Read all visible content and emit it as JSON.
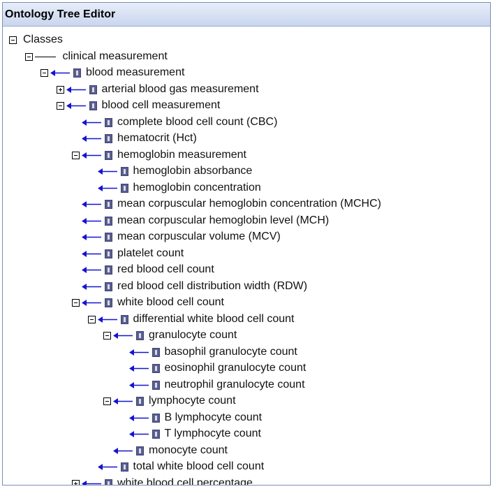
{
  "window": {
    "title": "Ontology Tree Editor"
  },
  "colors": {
    "arrow": "#1414d2",
    "badge": "#5a5f8f"
  },
  "tree": [
    {
      "label": "Classes",
      "level": 0,
      "toggle": "minus",
      "connector": "none"
    },
    {
      "label": "clinical measurement",
      "level": 1,
      "toggle": "minus",
      "connector": "line"
    },
    {
      "label": "blood measurement",
      "level": 2,
      "toggle": "minus",
      "connector": "arrow"
    },
    {
      "label": "arterial blood gas measurement",
      "level": 3,
      "toggle": "plus",
      "connector": "arrow"
    },
    {
      "label": "blood cell measurement",
      "level": 3,
      "toggle": "minus",
      "connector": "arrow"
    },
    {
      "label": "complete blood cell count (CBC)",
      "level": 4,
      "toggle": "none",
      "connector": "arrow"
    },
    {
      "label": "hematocrit (Hct)",
      "level": 4,
      "toggle": "none",
      "connector": "arrow"
    },
    {
      "label": "hemoglobin measurement",
      "level": 4,
      "toggle": "minus",
      "connector": "arrow"
    },
    {
      "label": "hemoglobin absorbance",
      "level": 5,
      "toggle": "none",
      "connector": "arrow"
    },
    {
      "label": "hemoglobin concentration",
      "level": 5,
      "toggle": "none",
      "connector": "arrow"
    },
    {
      "label": "mean corpuscular hemoglobin concentration (MCHC)",
      "level": 4,
      "toggle": "none",
      "connector": "arrow"
    },
    {
      "label": "mean corpuscular hemoglobin level (MCH)",
      "level": 4,
      "toggle": "none",
      "connector": "arrow"
    },
    {
      "label": "mean corpuscular volume (MCV)",
      "level": 4,
      "toggle": "none",
      "connector": "arrow"
    },
    {
      "label": "platelet count",
      "level": 4,
      "toggle": "none",
      "connector": "arrow"
    },
    {
      "label": "red blood cell count",
      "level": 4,
      "toggle": "none",
      "connector": "arrow"
    },
    {
      "label": "red blood cell distribution width (RDW)",
      "level": 4,
      "toggle": "none",
      "connector": "arrow"
    },
    {
      "label": "white blood cell count",
      "level": 4,
      "toggle": "minus",
      "connector": "arrow"
    },
    {
      "label": "differential white blood cell count",
      "level": 5,
      "toggle": "minus",
      "connector": "arrow"
    },
    {
      "label": "granulocyte count",
      "level": 6,
      "toggle": "minus",
      "connector": "arrow"
    },
    {
      "label": "basophil granulocyte count",
      "level": 7,
      "toggle": "none",
      "connector": "arrow"
    },
    {
      "label": "eosinophil granulocyte count",
      "level": 7,
      "toggle": "none",
      "connector": "arrow"
    },
    {
      "label": "neutrophil granulocyte count",
      "level": 7,
      "toggle": "none",
      "connector": "arrow"
    },
    {
      "label": "lymphocyte count",
      "level": 6,
      "toggle": "minus",
      "connector": "arrow"
    },
    {
      "label": "B lymphocyte count",
      "level": 7,
      "toggle": "none",
      "connector": "arrow"
    },
    {
      "label": "T lymphocyte count",
      "level": 7,
      "toggle": "none",
      "connector": "arrow"
    },
    {
      "label": "monocyte count",
      "level": 6,
      "toggle": "none",
      "connector": "arrow"
    },
    {
      "label": "total white blood cell count",
      "level": 5,
      "toggle": "none",
      "connector": "arrow"
    },
    {
      "label": "white blood cell percentage",
      "level": 4,
      "toggle": "plus",
      "connector": "arrow"
    }
  ]
}
